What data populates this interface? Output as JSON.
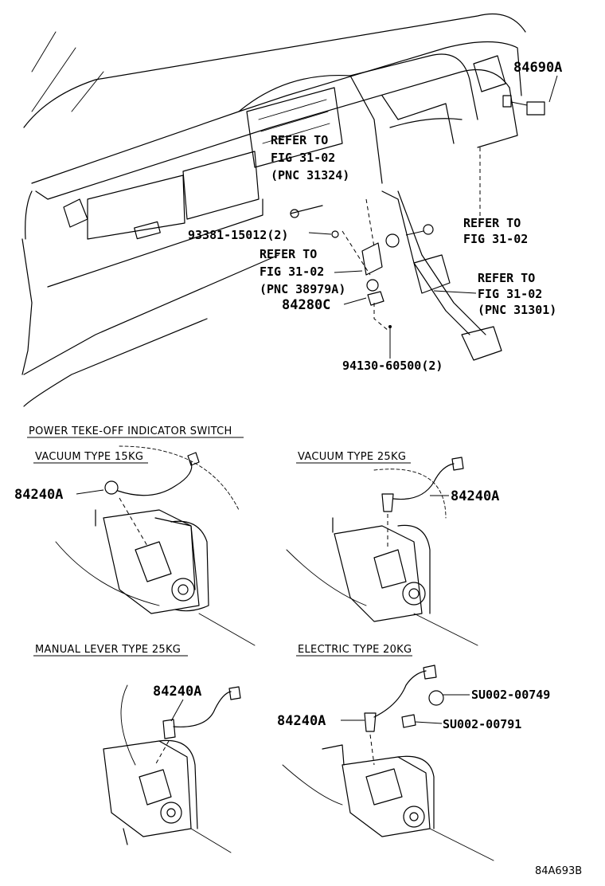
{
  "top": {
    "part_84690a": "84690A",
    "ref_31324": [
      "REFER TO",
      "FIG 31-02",
      "(PNC 31324)"
    ],
    "ref_plain": [
      "REFER TO",
      "FIG 31-02"
    ],
    "ref_38979a": [
      "REFER TO",
      "FIG 31-02",
      "(PNC 38979A)"
    ],
    "ref_31301": [
      "REFER TO",
      "FIG 31-02",
      "(PNC 31301)"
    ],
    "part_93381": "93381-15012(2)",
    "part_84280c": "84280C",
    "part_94130": "94130-60500(2)"
  },
  "section": {
    "title": "POWER TEKE-OFF INDICATOR SWITCH",
    "panels": [
      {
        "caption": "VACUUM TYPE 15KG",
        "part": "84240A"
      },
      {
        "caption": "VACUUM TYPE 25KG",
        "part": "84240A"
      },
      {
        "caption": "MANUAL LEVER TYPE 25KG",
        "part": "84240A"
      },
      {
        "caption": "ELECTRIC TYPE 20KG",
        "part": "84240A",
        "extra_parts": [
          "SU002-00749",
          "SU002-00791"
        ]
      }
    ]
  },
  "figure_code": "84A693B"
}
